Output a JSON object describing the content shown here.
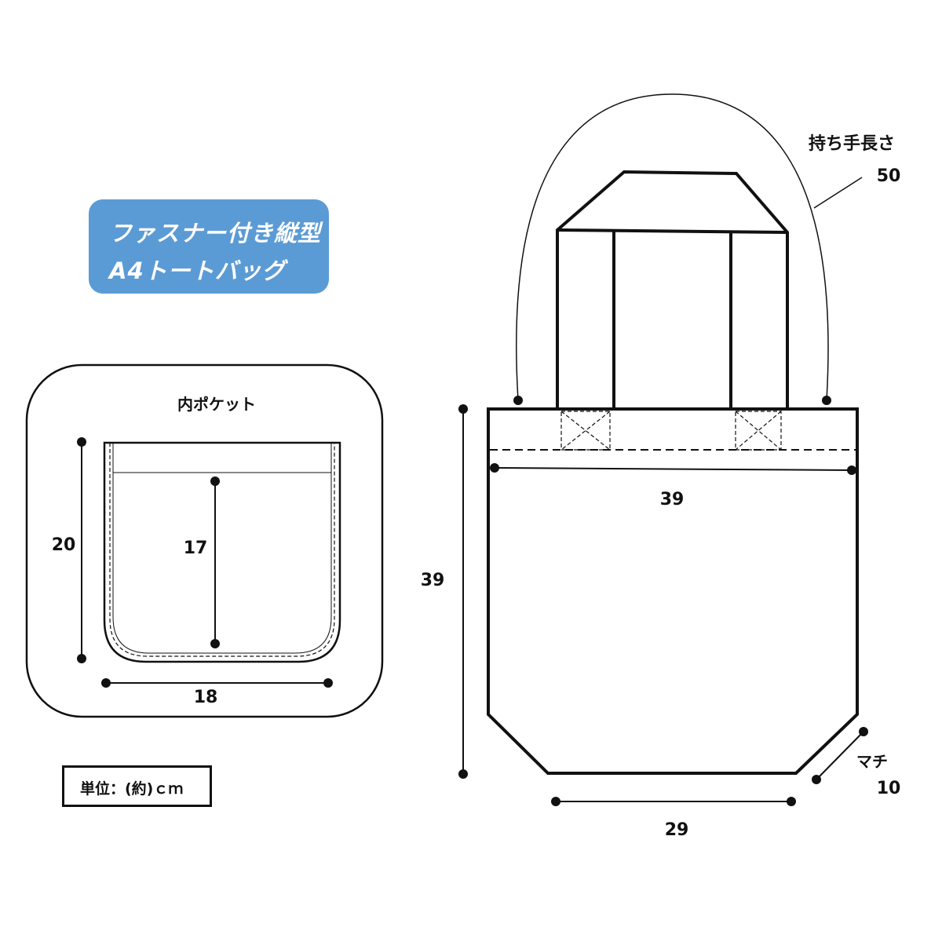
{
  "title": {
    "line1": "ファスナー付き縦型",
    "line2": "A4トートバッグ",
    "badge_color": "#5b9bd5"
  },
  "pocket": {
    "label": "内ポケット",
    "height_outer": "20",
    "height_inner": "17",
    "width": "18"
  },
  "bag": {
    "handle_label": "持ち手長さ",
    "handle_length": "50",
    "height": "39",
    "top_width": "39",
    "bottom_width": "29",
    "gusset_label": "マチ",
    "gusset": "10"
  },
  "unit": "単位：(約)ｃｍ"
}
